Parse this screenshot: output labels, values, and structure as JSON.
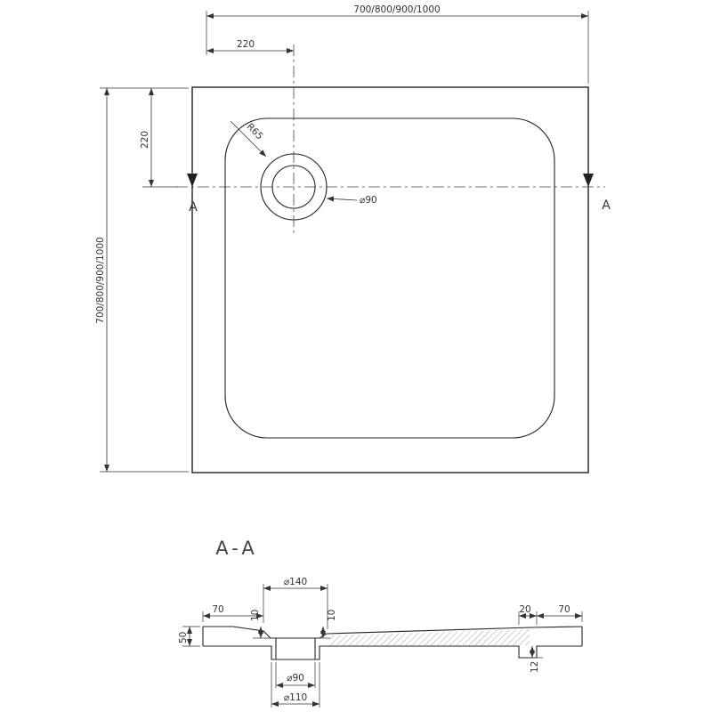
{
  "plan": {
    "width_dim": "700/800/900/1000",
    "height_dim": "700/800/900/1000",
    "drain_offset_horizontal": "220",
    "drain_offset_vertical": "220",
    "corner_radius_label": "R65",
    "drain_diameter_label": "⌀90",
    "section_marker_left": "A",
    "section_marker_right": "A"
  },
  "section": {
    "title": "A-A",
    "recess_diameter_label": "⌀140",
    "rim_width_left": "70",
    "lip_depth_left": "10",
    "lip_depth_right": "10",
    "step_width_right": "20",
    "rim_width_right": "70",
    "edge_height_left": "50",
    "step_depth_right": "12",
    "drain_hole_label": "⌀90",
    "drain_flange_label": "⌀110"
  }
}
